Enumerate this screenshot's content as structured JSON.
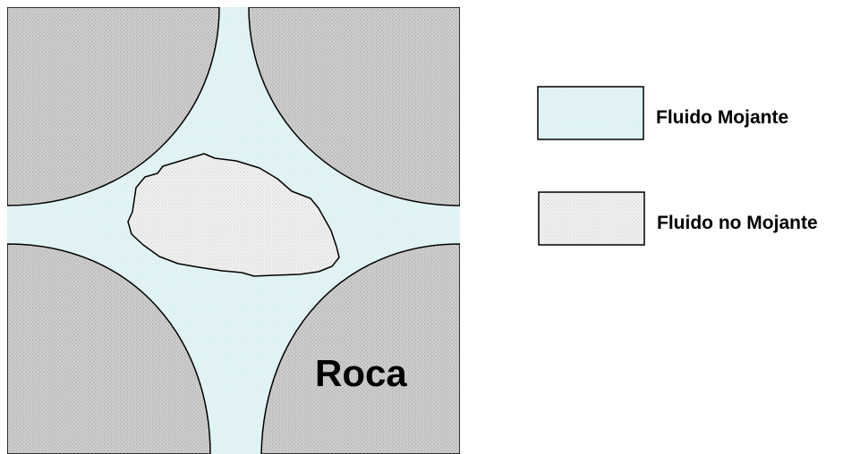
{
  "colors": {
    "rock": "#c9c9c9",
    "wetting_fluid": "#e2f4f5",
    "non_wetting_fluid": "#eeeeee",
    "outline": "#000000",
    "background": "#ffffff"
  },
  "diagram": {
    "rock_label": "Roca"
  },
  "legend": {
    "items": [
      {
        "label": "Fluido Mojante",
        "swatch": "wetting_fluid"
      },
      {
        "label": "Fluido no Mojante",
        "swatch": "non_wetting_fluid"
      }
    ]
  }
}
